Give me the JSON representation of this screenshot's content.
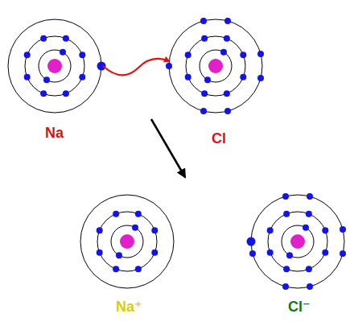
{
  "diagram": {
    "labels": [
      "Na",
      "Cl",
      "Na⁺",
      "Cl⁻"
    ]
  }
}
